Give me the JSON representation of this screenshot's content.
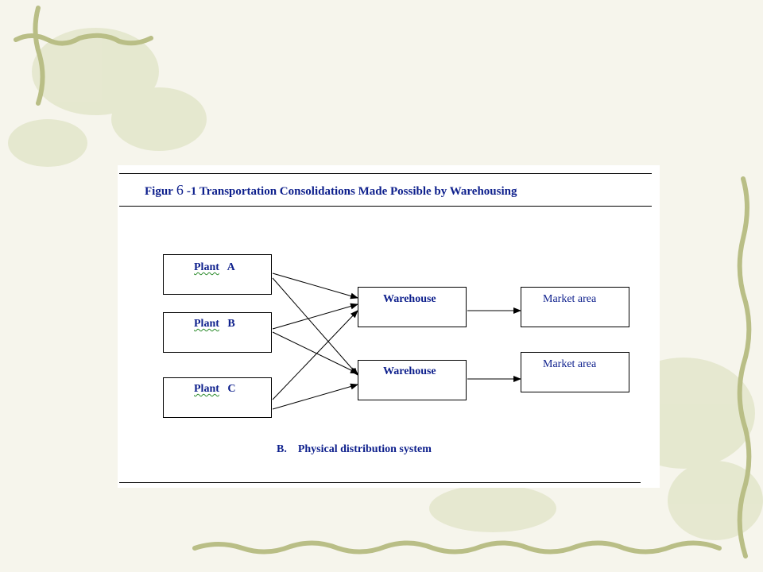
{
  "title": {
    "prefix": "Figur",
    "digit": "6",
    "rest": "-1 Transportation Consolidations Made Possible by Warehousing"
  },
  "plants": [
    {
      "word": "Plant",
      "letter": "A"
    },
    {
      "word": "Plant",
      "letter": "B"
    },
    {
      "word": "Plant",
      "letter": "C"
    }
  ],
  "warehouses": [
    "Warehouse",
    "Warehouse"
  ],
  "markets": [
    "Market area",
    "Market area"
  ],
  "caption": {
    "letter": "B.",
    "text": "Physical distribution system"
  },
  "colors": {
    "label_text": "#0d1f8c",
    "background": "#f6f5ec",
    "panel": "#ffffff"
  }
}
